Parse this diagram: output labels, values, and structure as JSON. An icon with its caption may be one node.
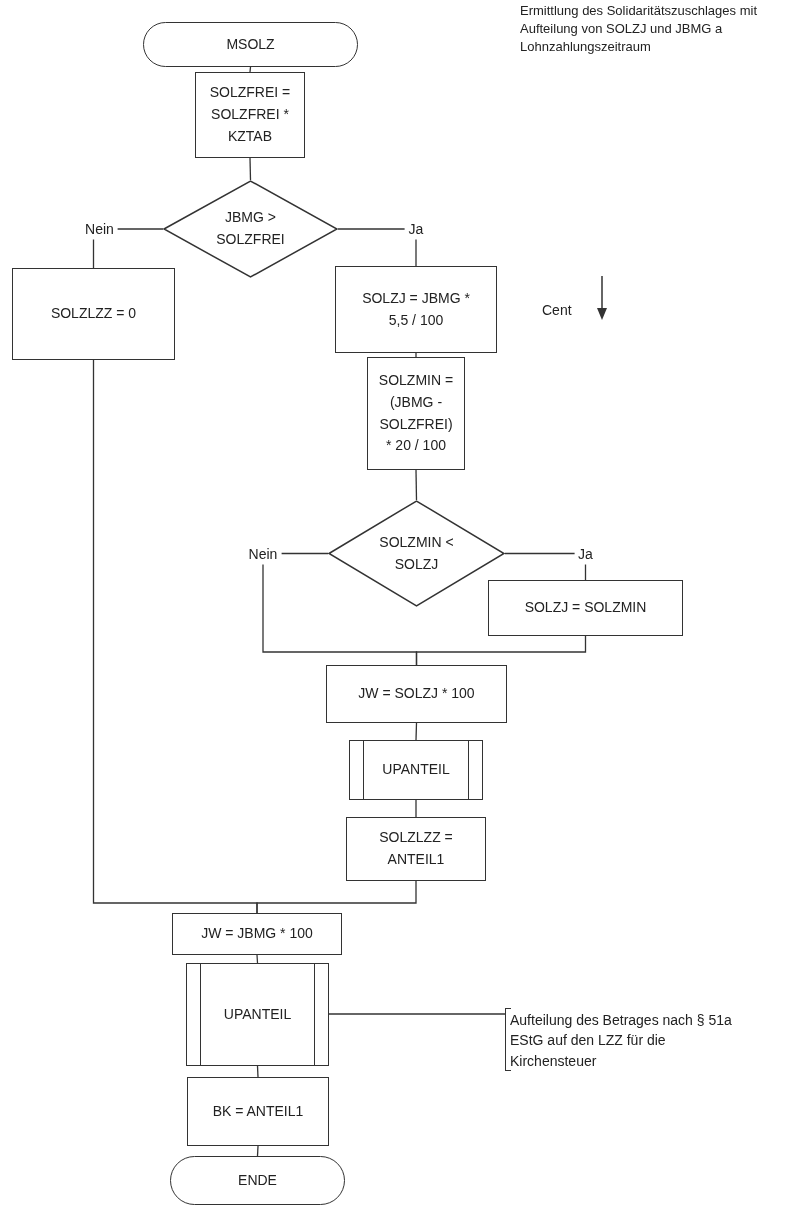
{
  "diagram": {
    "nodes": [
      {
        "text": [
          "MSOLZ"
        ]
      },
      {
        "text": [
          "SOLZFREI = SOLZFREI * KZTAB"
        ]
      },
      {
        "text": [
          "JBMG > SOLZFREI"
        ]
      },
      {
        "text": [
          "SOLZLZZ = 0"
        ]
      },
      {
        "text": [
          "SOLZJ = JBMG * 5,5 / 100"
        ]
      },
      {
        "text": [
          "SOLZMIN = (JBMG - SOLZFREI) * 20 / 100"
        ]
      },
      {
        "text": [
          "SOLZMIN < SOLZJ"
        ]
      },
      {
        "text": [
          "SOLZJ = SOLZMIN"
        ]
      },
      {
        "text": [
          "JW = SOLZJ * 100"
        ]
      },
      {
        "text": [
          "UPANTEIL"
        ]
      },
      {
        "text": [
          "SOLZLZZ = ANTEIL1"
        ]
      },
      {
        "text": [
          "JW = JBMG * 100"
        ]
      },
      {
        "text": [
          "UPANTEIL"
        ]
      },
      {
        "text": [
          "BK = ANTEIL1"
        ]
      },
      {
        "text": [
          "ENDE"
        ]
      },
      {
        "text": [
          "Aufteilung des Betrages nach § 51a EStG auf den LZZ für die Kirchensteuer"
        ]
      }
    ],
    "edges": [
      {
        "from": 0,
        "to": 1,
        "arrow": "none"
      },
      {
        "from": 1,
        "to": 2,
        "arrow": "none"
      },
      {
        "from": 2,
        "to": 3,
        "arrow": "none",
        "label": "Nein"
      },
      {
        "from": 2,
        "to": 4,
        "arrow": "none",
        "label": "Ja"
      },
      {
        "from": 4,
        "to": 5,
        "arrow": "none"
      },
      {
        "from": 5,
        "to": 6,
        "arrow": "none"
      },
      {
        "from": 6,
        "to": 7,
        "arrow": "none",
        "label": "Ja"
      },
      {
        "from": 6,
        "to": 8,
        "arrow": "none",
        "label": "Nein"
      },
      {
        "from": 7,
        "to": 8,
        "arrow": "none"
      },
      {
        "from": 8,
        "to": 9,
        "arrow": "none"
      },
      {
        "from": 9,
        "to": 10,
        "arrow": "none"
      },
      {
        "from": 10,
        "to": 11,
        "arrow": "none"
      },
      {
        "from": 3,
        "to": 11,
        "arrow": "none"
      },
      {
        "from": 11,
        "to": 12,
        "arrow": "none"
      },
      {
        "from": 12,
        "to": 13,
        "arrow": "none"
      },
      {
        "from": 13,
        "to": 14,
        "arrow": "none"
      },
      {
        "from": 15,
        "to": 12,
        "arrow": "none"
      }
    ],
    "labels": [
      "Ermittlung des Solidaritätszuschlages mit Aufteilung von SOLZJ und JBMG a Lohnzahlungszeitraum",
      "Cent"
    ]
  }
}
